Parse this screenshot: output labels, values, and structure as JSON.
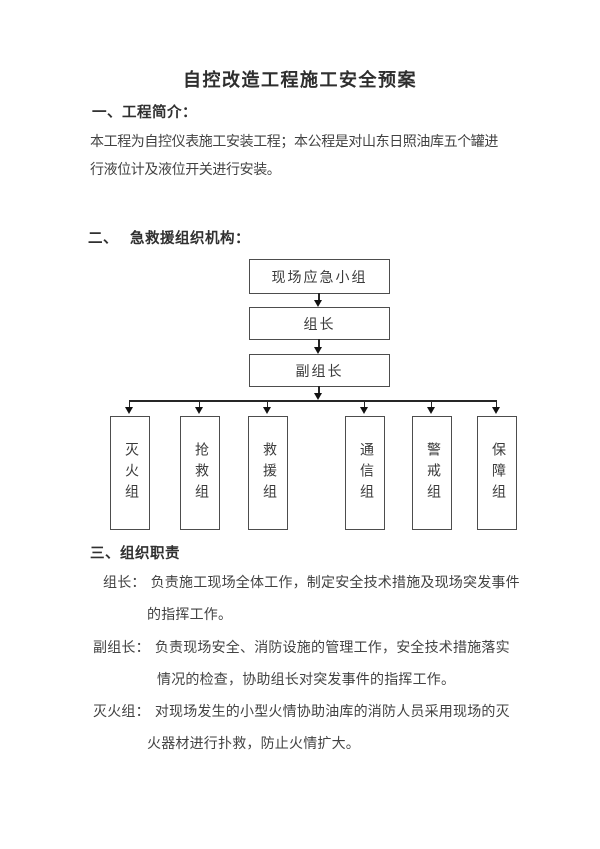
{
  "doc": {
    "title": "自控改造工程施工安全预案",
    "section1": {
      "heading": "一、工程简介：",
      "lines": [
        "本工程为自控仪表施工安装工程；本公程是对山东日照油库五个罐进",
        "行液位计及液位开关进行安装。"
      ]
    },
    "section2": {
      "number": "二、",
      "heading": "急救援组织机构：",
      "org_chart": {
        "level1": "现场应急小组",
        "level2": "组长",
        "level3": "副组长",
        "teams": [
          "灭火组",
          "抢救组",
          "救援组",
          "通信组",
          "警戒组",
          "保障组"
        ]
      }
    },
    "section3": {
      "heading": "三、组织职责",
      "duties": [
        {
          "role": "组长：",
          "line1": "负责施工现场全体工作，制定安全技术措施及现场突发事件",
          "line2": "的指挥工作。"
        },
        {
          "role": "副组长：",
          "line1": "负责现场安全、消防设施的管理工作，安全技术措施落实",
          "line2": "情况的检查，协助组长对突发事件的指挥工作。"
        },
        {
          "role": "灭火组：",
          "line1": "对现场发生的小型火情协助油库的消防人员采用现场的灭",
          "line2": "火器材进行扑救，防止火情扩大。"
        }
      ]
    }
  }
}
